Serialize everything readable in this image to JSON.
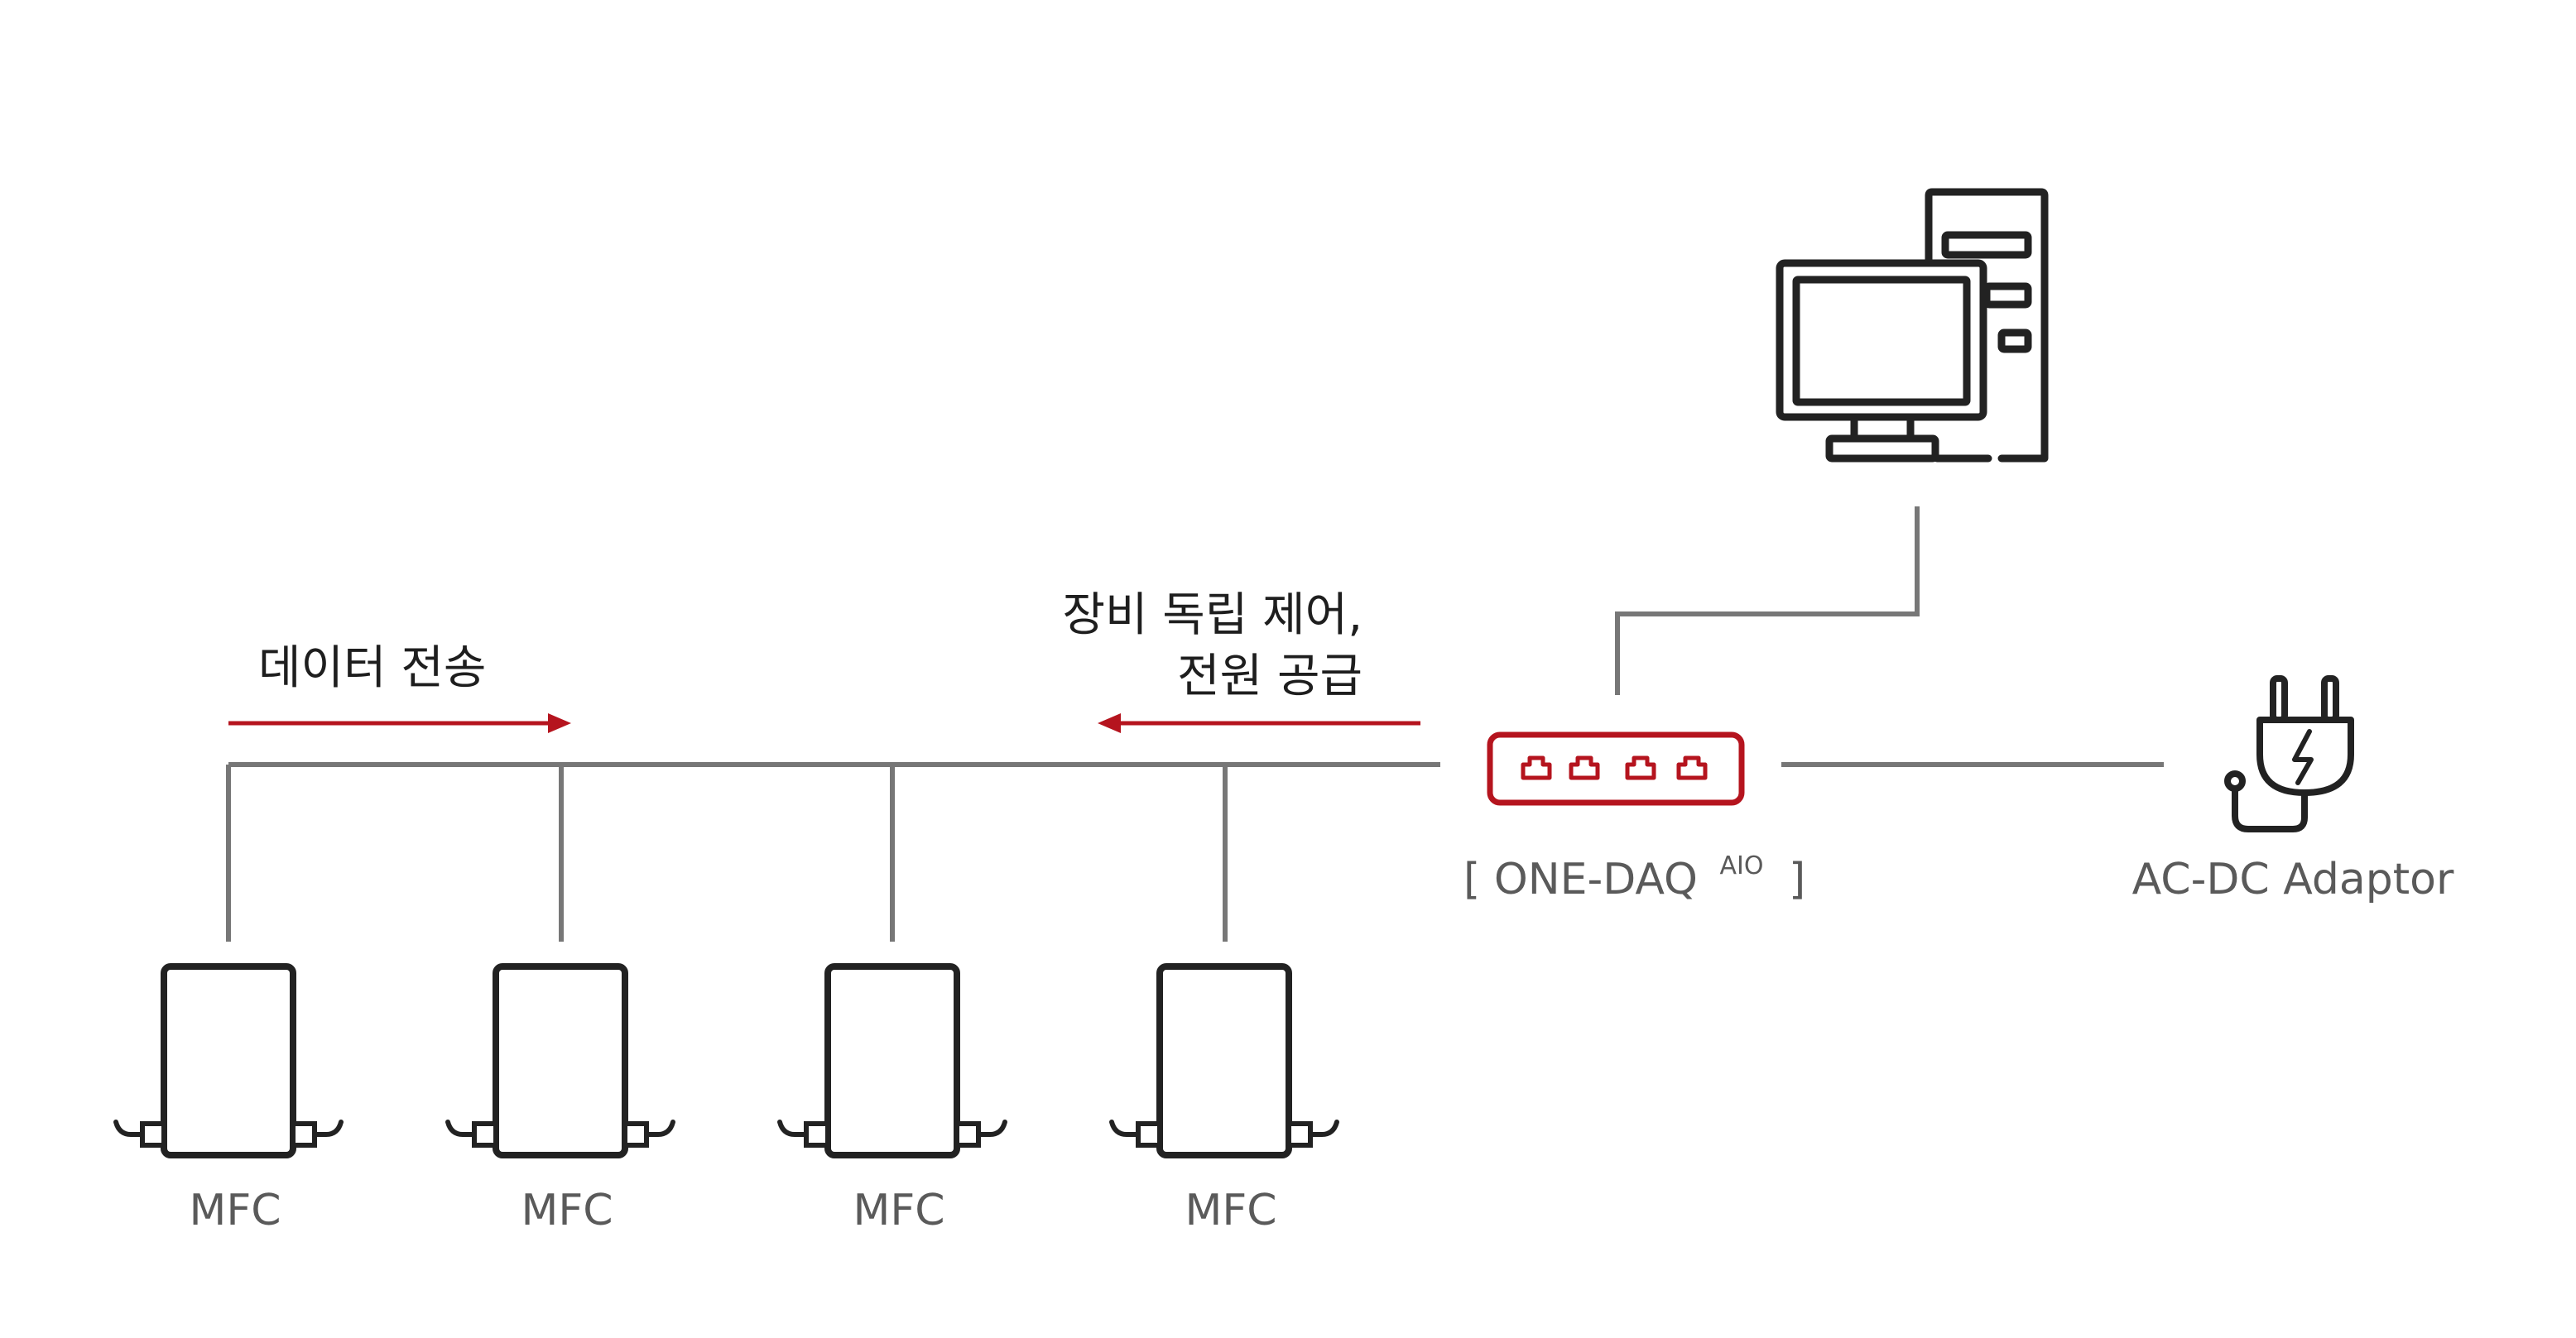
{
  "colors": {
    "accent_red": "#b5141e",
    "line_gray": "#777777",
    "icon_dark": "#222222",
    "label_gray": "#5a5a5a"
  },
  "labels": {
    "data_transfer": "데이터 전송",
    "control_line1": "장비 독립 제어,",
    "control_line2": "전원 공급",
    "hub_name": "[ ONE-DAQ",
    "hub_superscript": "AIO",
    "hub_close": "]",
    "adaptor": "AC-DC Adaptor"
  },
  "devices": [
    {
      "label": "MFC"
    },
    {
      "label": "MFC"
    },
    {
      "label": "MFC"
    },
    {
      "label": "MFC"
    }
  ],
  "icons": {
    "computer": "desktop-computer-icon",
    "hub": "ethernet-hub-icon",
    "adaptor": "power-plug-icon",
    "device": "mfc-device-icon"
  }
}
